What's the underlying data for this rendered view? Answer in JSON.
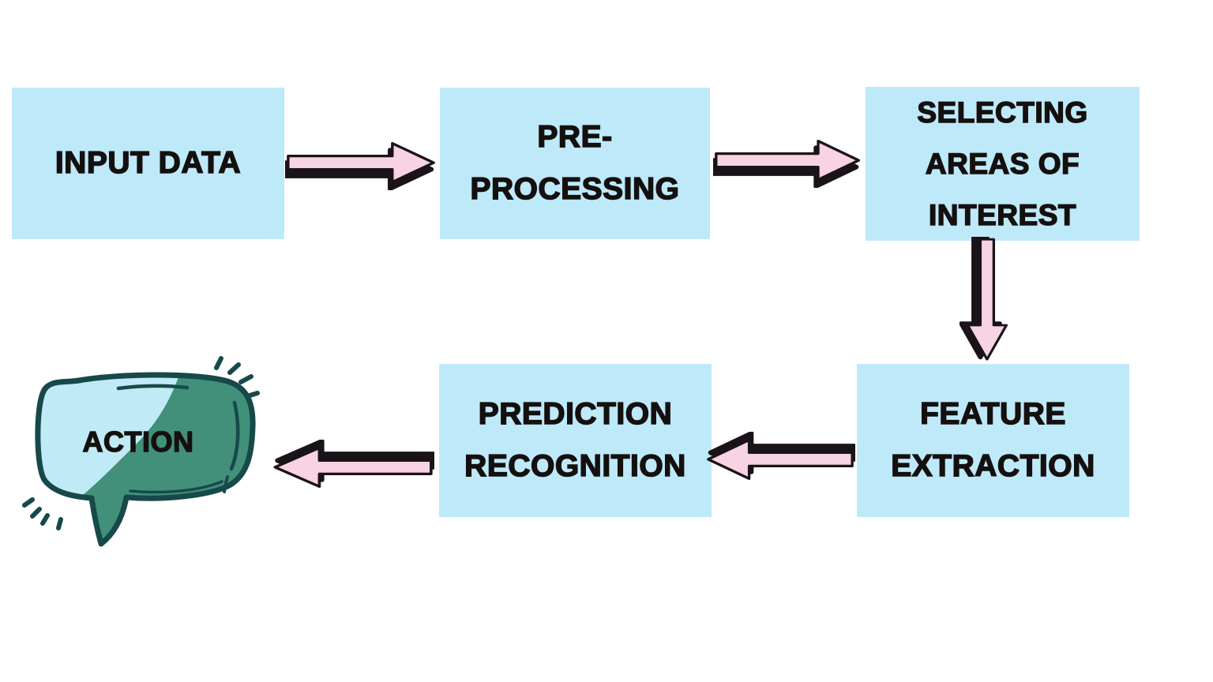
{
  "diagram": {
    "type": "flowchart",
    "description": "Machine learning pipeline flowchart, hand-drawn sticker style on gray-to-white gradient background",
    "nodes": [
      {
        "id": "input-data",
        "shape": "rectangle",
        "lines": [
          "INPUT DATA"
        ]
      },
      {
        "id": "pre-processing",
        "shape": "rectangle",
        "lines": [
          "PRE-",
          "PROCESSING"
        ]
      },
      {
        "id": "selecting-areas",
        "shape": "rectangle",
        "lines": [
          "SELECTING",
          "AREAS OF",
          "INTEREST"
        ]
      },
      {
        "id": "feature-extraction",
        "shape": "rectangle",
        "lines": [
          "FEATURE",
          "EXTRACTION"
        ]
      },
      {
        "id": "prediction",
        "shape": "rectangle",
        "lines": [
          "PREDICTION",
          "RECOGNITION"
        ]
      },
      {
        "id": "action",
        "shape": "speech-bubble",
        "lines": [
          "ACTION"
        ]
      }
    ],
    "edges": [
      {
        "from": "input-data",
        "to": "pre-processing",
        "direction": "right"
      },
      {
        "from": "pre-processing",
        "to": "selecting-areas",
        "direction": "right"
      },
      {
        "from": "selecting-areas",
        "to": "feature-extraction",
        "direction": "down"
      },
      {
        "from": "feature-extraction",
        "to": "prediction",
        "direction": "left"
      },
      {
        "from": "prediction",
        "to": "action",
        "direction": "left"
      }
    ],
    "colors": {
      "node_fill": "#bee9f9",
      "arrow_fill": "#f8d3e4",
      "outline_black": "#1a1418",
      "text": "#14100f",
      "bubble_green": "#42907a",
      "bubble_light_blue": "#c0eaf5",
      "bubble_outline": "#17494a",
      "background_top_gray": "#a7a7a3",
      "background_bottom_white": "#ffffff"
    }
  }
}
